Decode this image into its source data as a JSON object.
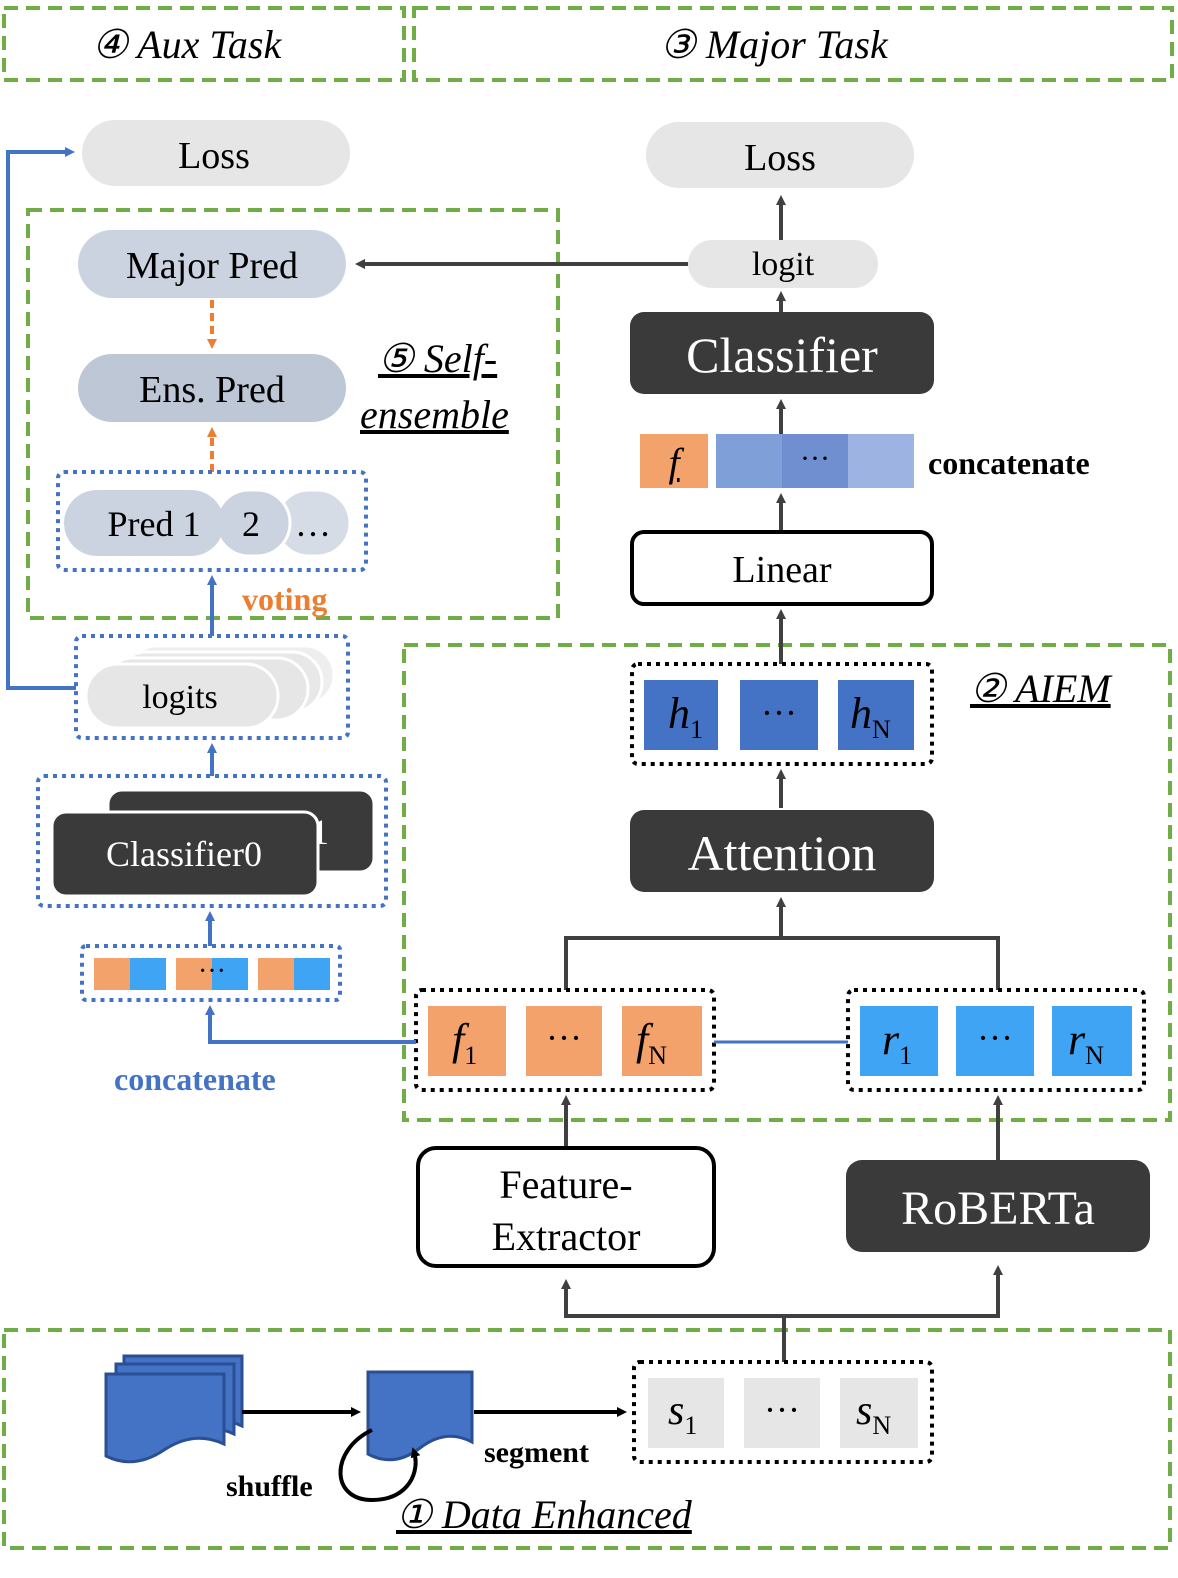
{
  "sections": {
    "aux_task": "④ Aux Task",
    "major_task": "③ Major Task",
    "self_ensemble_line1": "⑤ Self-",
    "self_ensemble_line2": "ensemble",
    "aiem": "② AIEM",
    "data_enhanced": "① Data Enhanced"
  },
  "major": {
    "loss": "Loss",
    "logit": "logit",
    "classifier": "Classifier",
    "f_label": "f",
    "dots": "···",
    "concatenate": "concatenate",
    "linear": "Linear",
    "h1": "h",
    "h1_sub": "1",
    "hN": "h",
    "hN_sub": "N",
    "attention": "Attention"
  },
  "aux": {
    "loss": "Loss",
    "major_pred": "Major Pred",
    "ens_pred": "Ens. Pred",
    "pred1": "Pred 1",
    "pred2": "2",
    "pred_more": "…",
    "voting": "voting",
    "logits": "logits",
    "classifier0": "Classifier0",
    "classifier1": "1",
    "concat_dots": "···",
    "concatenate": "concatenate"
  },
  "aiem": {
    "f1": "f",
    "f1_sub": "1",
    "fN": "f",
    "fN_sub": "N",
    "r1": "r",
    "r1_sub": "1",
    "rN": "r",
    "rN_sub": "N",
    "dots": "···"
  },
  "bottom": {
    "feature_extractor_line1": "Feature-",
    "feature_extractor_line2": "Extractor",
    "roberta": "RoBERTa",
    "shuffle": "shuffle",
    "segment": "segment",
    "s1": "s",
    "s1_sub": "1",
    "sN": "s",
    "sN_sub": "N",
    "dots": "···"
  },
  "colors": {
    "green_dash": "#70ad47",
    "blue_dot": "#4472c4",
    "dark_box": "#3a3a3a",
    "orange": "#f4a26b",
    "light_blue": "#40a4f4",
    "mid_blue": "#5b80c8",
    "pill_gray": "#e6e6e6",
    "pill_blue_gray": "#ccd3e0",
    "text_orange": "#ed7d31",
    "text_blue": "#4472c4"
  }
}
